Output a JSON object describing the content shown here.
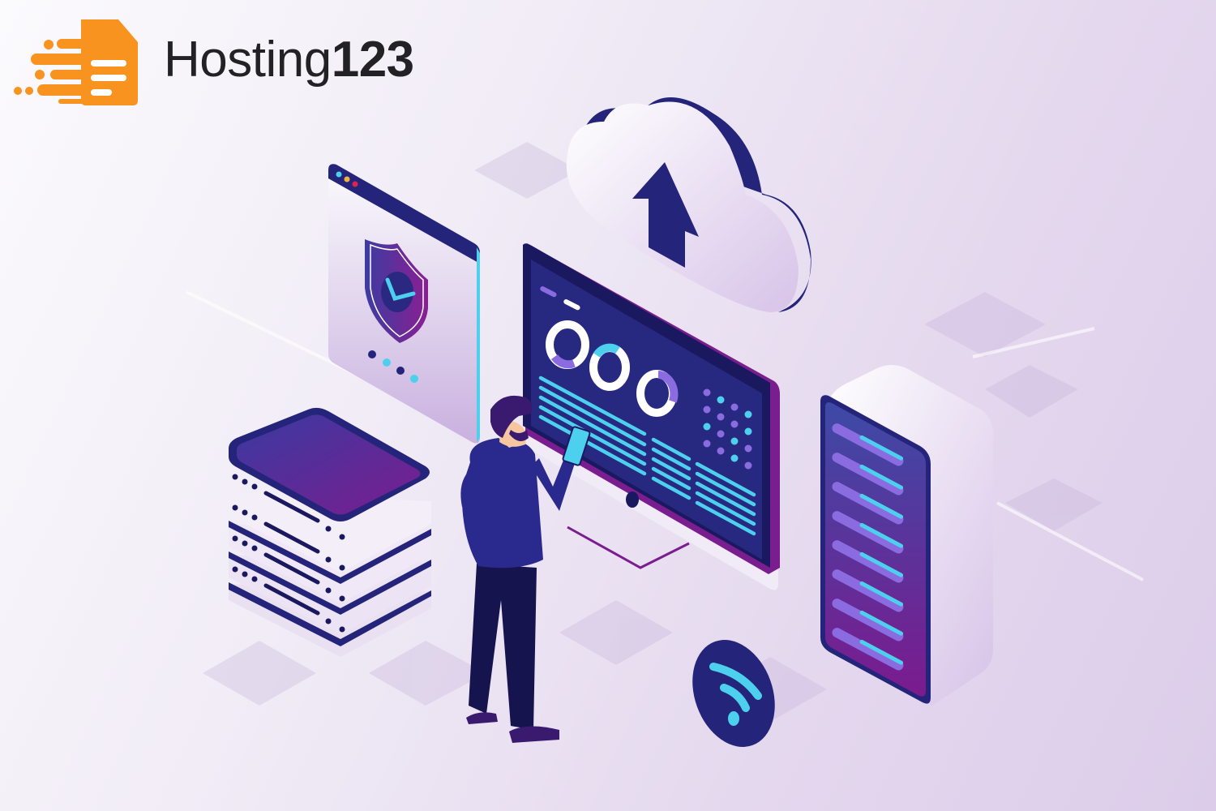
{
  "brand": {
    "name_regular": "Hosting",
    "name_bold": "123",
    "logo_color": "#f7931e",
    "text_color": "#222226"
  },
  "illustration": {
    "theme": "web hosting / cloud server",
    "elements": [
      "cloud-upload-icon",
      "browser-window-with-security-shield",
      "monitor-dashboard-with-donut-charts",
      "person-holding-phone",
      "server-stack",
      "server-rack-tower",
      "wifi-badge"
    ]
  },
  "colors": {
    "navy": "#24257a",
    "purple": "#7a1d8f",
    "cyan": "#4dd0ee",
    "lavender": "#8a6be0",
    "background_light": "#f6f3fa",
    "background_dark": "#dccbea"
  }
}
